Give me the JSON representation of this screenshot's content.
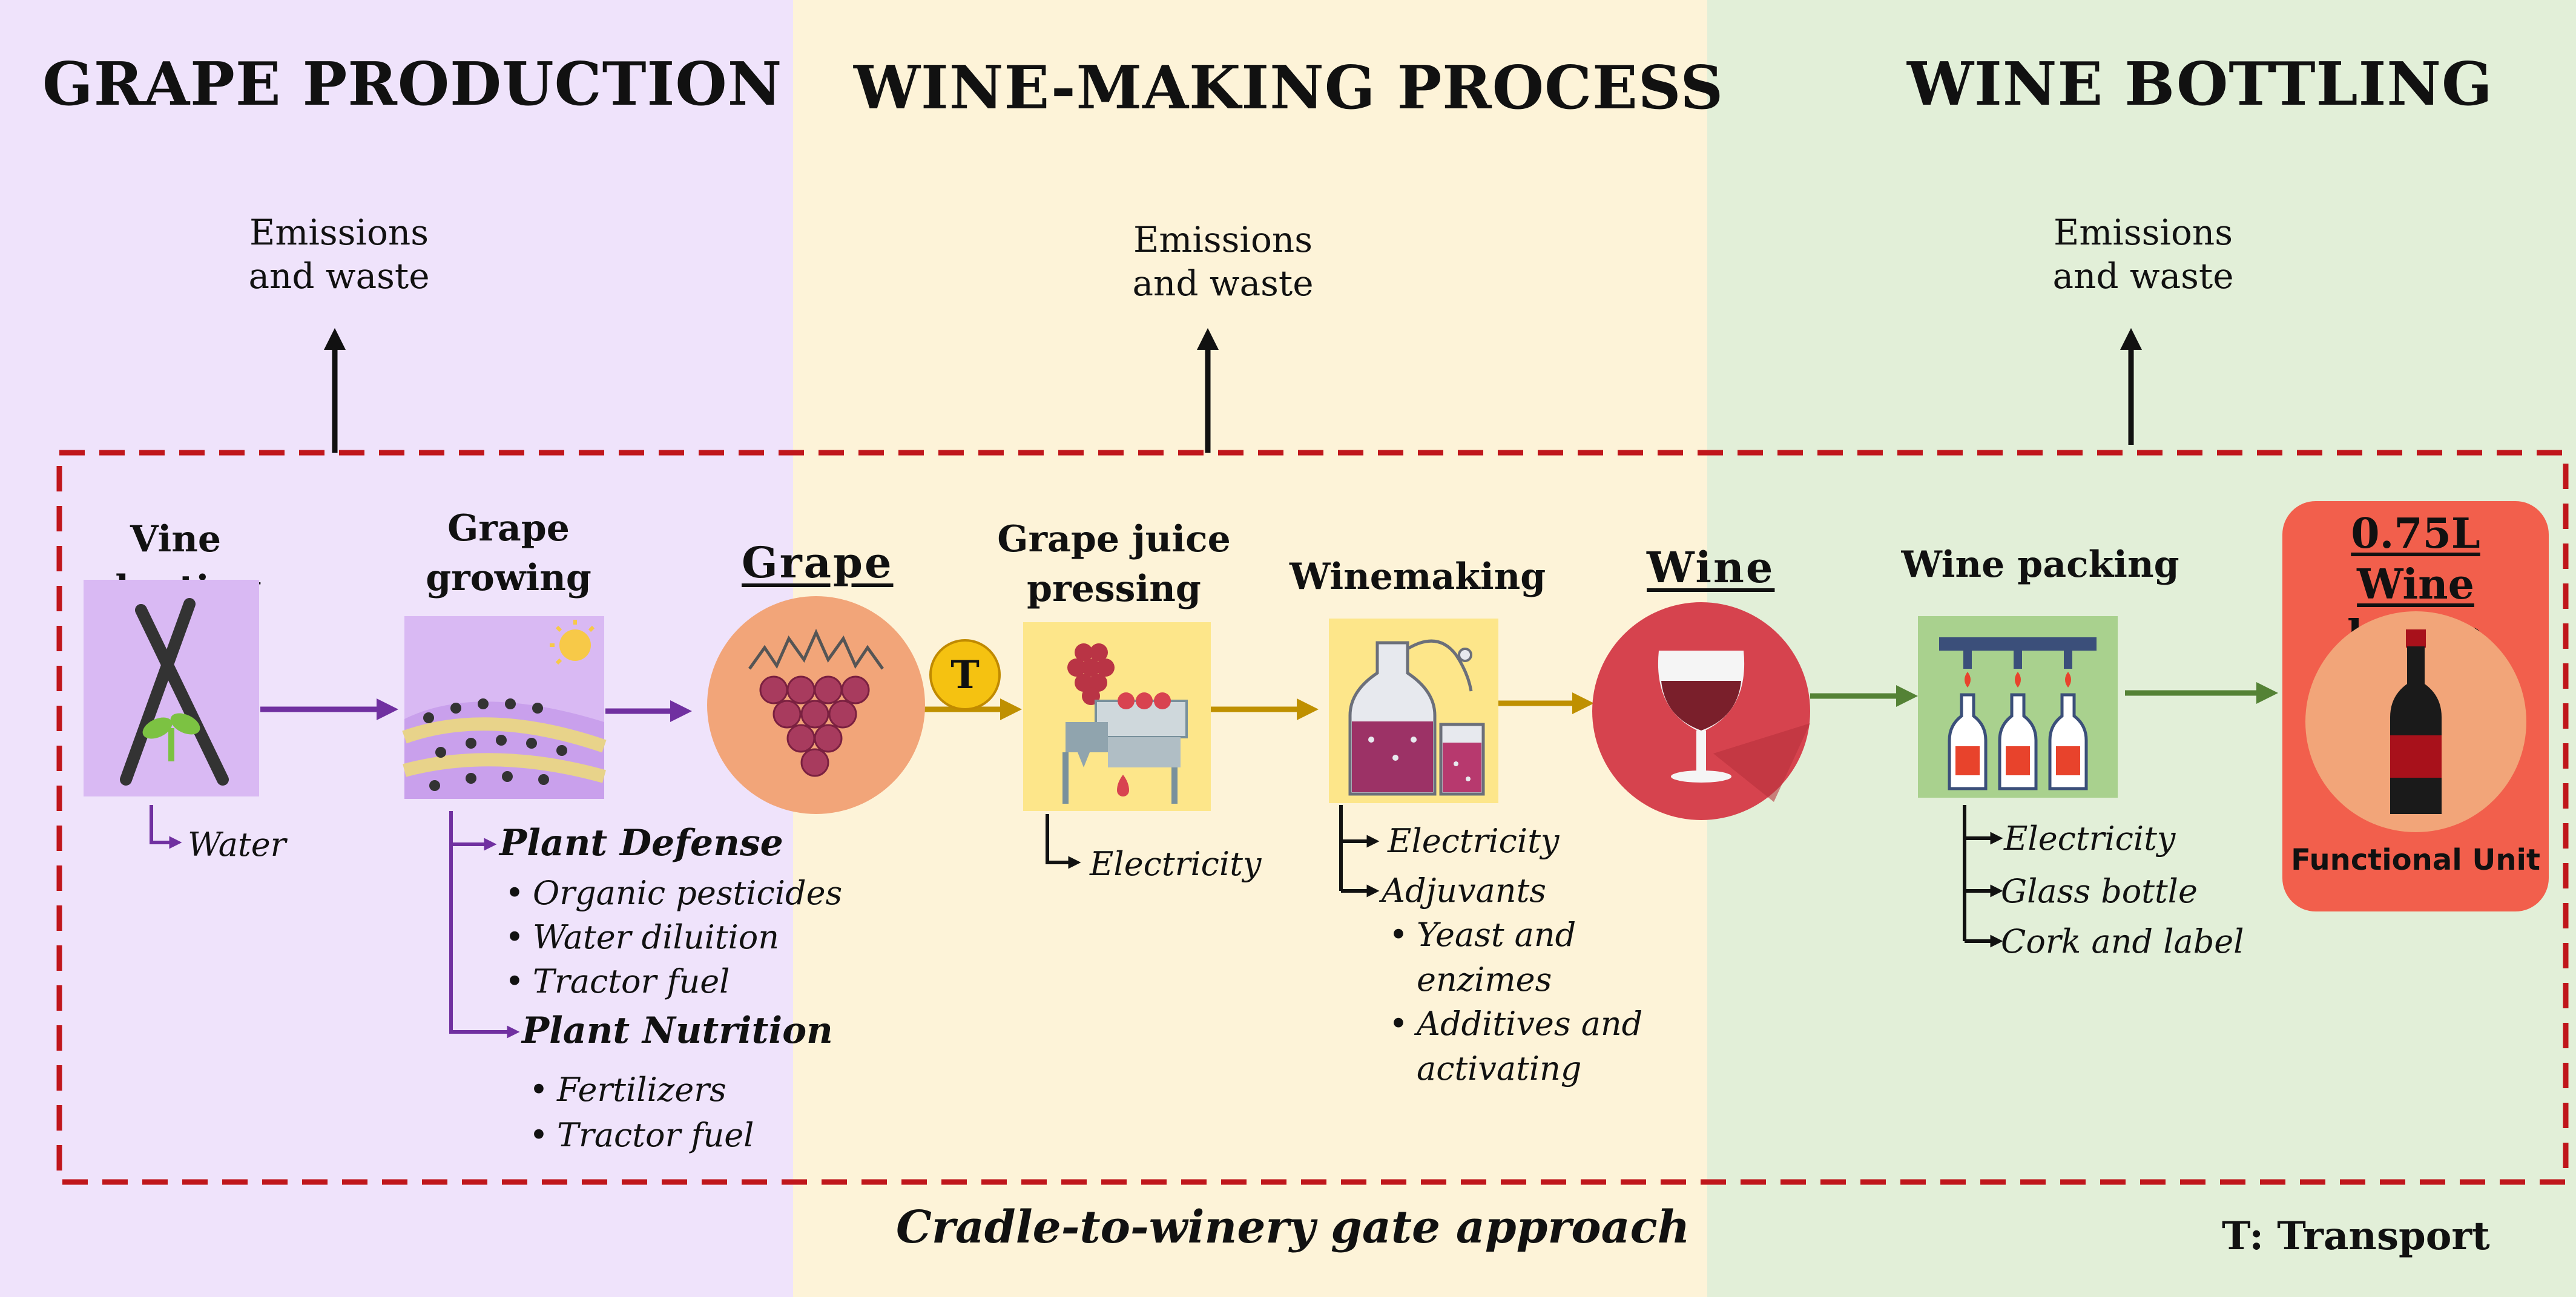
{
  "sections": {
    "grape_production": "GRAPE PRODUCTION",
    "wine_making": "WINE-MAKING PROCESS",
    "wine_bottling": "WINE BOTTLING"
  },
  "emissions": {
    "line1": "Emissions",
    "line2": "and waste"
  },
  "steps": {
    "vine_planting": [
      "Vine",
      "planting"
    ],
    "grape_growing": [
      "Grape",
      "growing"
    ],
    "grape": "Grape",
    "grape_juice_pressing": [
      "Grape juice",
      "pressing"
    ],
    "winemaking": "Winemaking",
    "wine": "Wine",
    "wine_packing": "Wine packing",
    "bottle": [
      "0.75L",
      "Wine bottle"
    ],
    "functional_unit": "Functional Unit",
    "transport_badge": "T"
  },
  "inputs": {
    "vine_planting": [
      "Water"
    ],
    "plant_defense": {
      "heading": "Plant Defense",
      "items": [
        "Organic pesticides",
        "Water diluition",
        "Tractor fuel"
      ]
    },
    "plant_nutrition": {
      "heading": "Plant Nutrition",
      "items": [
        "Fertilizers",
        "Tractor fuel"
      ]
    },
    "pressing": [
      "Electricity"
    ],
    "winemaking": {
      "items": [
        "Electricity",
        "Adjuvants"
      ],
      "adjuvants": [
        [
          "Yeast and",
          "enzimes"
        ],
        [
          "Additives and",
          "activating"
        ]
      ]
    },
    "packing": [
      "Electricity",
      "Glass bottle",
      "Cork and label"
    ]
  },
  "footer": {
    "approach": "Cradle-to-winery gate approach",
    "legend": "T: Transport"
  },
  "colors": {
    "grape_bg": "#efe3fb",
    "winemaking_bg": "#fdf3d8",
    "bottling_bg": "#e2efd8",
    "boundary": "#c0161b",
    "arrow_purple": "#7030a0",
    "arrow_gold": "#bf9000",
    "arrow_green": "#548235",
    "bottle_box": "#f25f4c"
  }
}
